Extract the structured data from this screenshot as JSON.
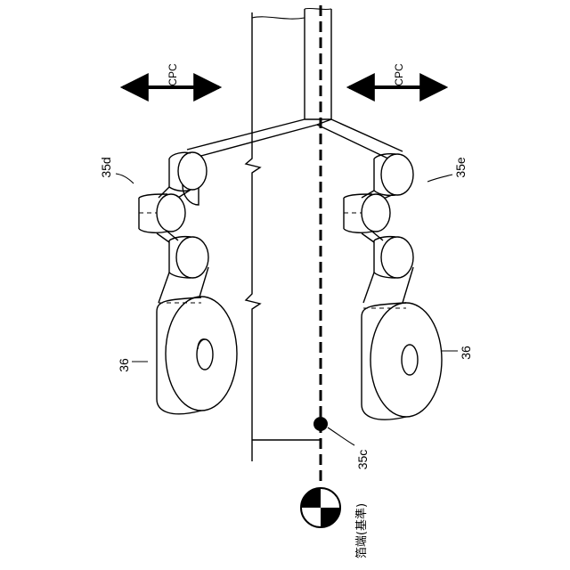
{
  "figure": {
    "labels": {
      "cpc_left": "CPC",
      "cpc_right": "CPC",
      "unit_left": "35d",
      "unit_right": "35e",
      "reel_left": "36",
      "reel_right": "36",
      "sensor": "35c",
      "foil_edge_reference": "箔端(基準)"
    },
    "icons": {
      "arrow_left": "double-headed-arrow-icon",
      "arrow_right": "double-headed-arrow-icon",
      "reference_mark": "quartered-circle-target-icon",
      "sensor_point": "filled-dot-icon"
    }
  }
}
